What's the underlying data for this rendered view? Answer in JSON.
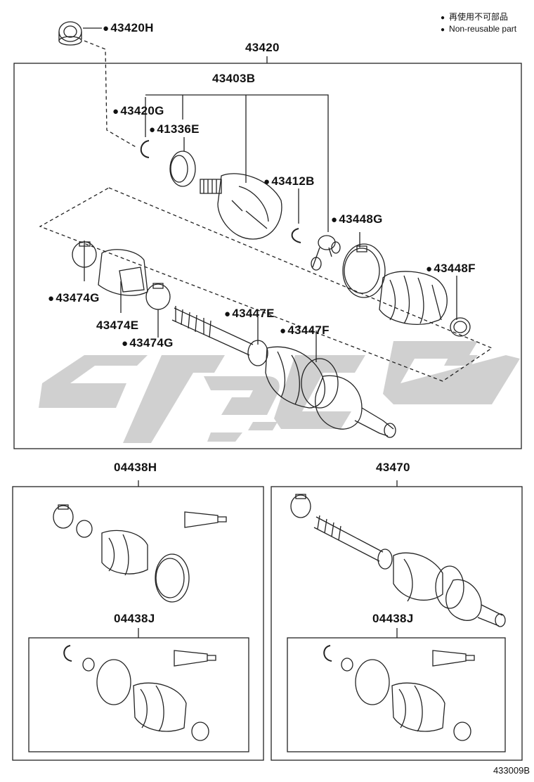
{
  "legend": {
    "jp_text": "再使用不可部品",
    "en_text": "Non-reusable part"
  },
  "labels": {
    "p43420H": "43420H",
    "p43420": "43420",
    "p43403B": "43403B",
    "p43420G": "43420G",
    "p41336E": "41336E",
    "p43412B": "43412B",
    "p43448G": "43448G",
    "p43448F": "43448F",
    "p43474G_a": "43474G",
    "p43474E": "43474E",
    "p43474G_b": "43474G",
    "p43447E": "43447E",
    "p43447F": "43447F",
    "p04438H": "04438H",
    "p43470": "43470",
    "p04438J_a": "04438J",
    "p04438J_b": "04438J"
  },
  "diagram_code": "433009B",
  "colors": {
    "line": "#222222",
    "watermark": "#c8c8c8"
  },
  "icons": [
    "non-reusable-bullet-icon"
  ]
}
